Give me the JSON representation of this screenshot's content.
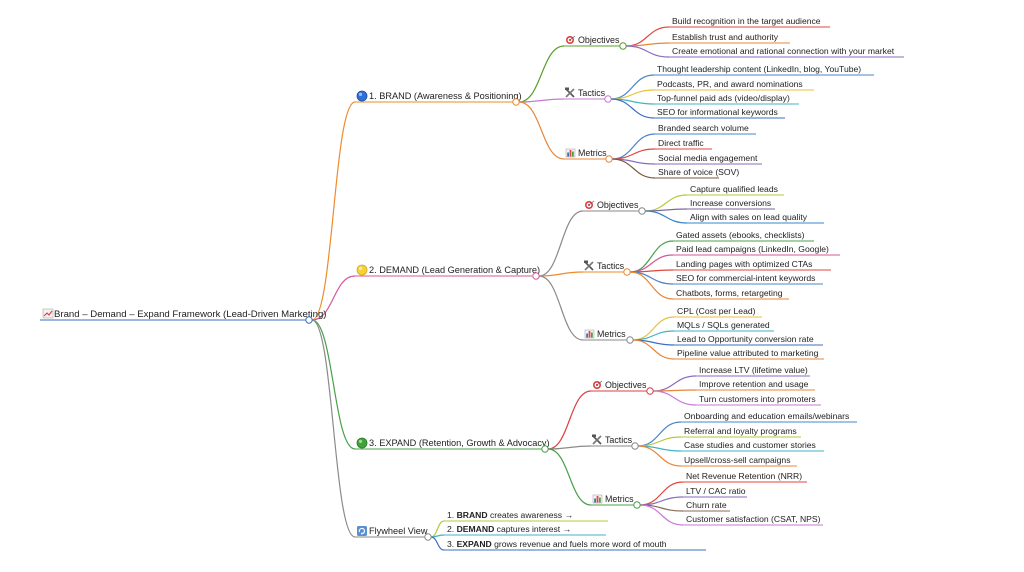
{
  "root": {
    "icon": "chart-increasing-icon",
    "label": "Brand – Demand – Expand Framework (Lead-Driven Marketing)"
  },
  "branches": [
    {
      "key": "brand",
      "icon": "blue-circle-icon",
      "label": "1. BRAND (Awareness & Positioning)",
      "color": "#ef8a2a",
      "groups": [
        {
          "key": "objectives",
          "icon": "target-icon",
          "label": "Objectives",
          "color": "#5aa02c",
          "items": [
            {
              "text": "Build recognition in the target audience",
              "color": "#e0473c"
            },
            {
              "text": "Establish trust and authority",
              "color": "#e8863a"
            },
            {
              "text": "Create emotional and rational connection with your market",
              "color": "#8a6bbf"
            }
          ]
        },
        {
          "key": "tactics",
          "icon": "tools-icon",
          "label": "Tactics",
          "color": "#c77ad6",
          "items": [
            {
              "text": "Thought leadership content (LinkedIn, blog, YouTube)",
              "color": "#4a84c6"
            },
            {
              "text": "Podcasts, PR, and award nominations",
              "color": "#e8c23a"
            },
            {
              "text": "Top-funnel paid ads (video/display)",
              "color": "#3fb3c9"
            },
            {
              "text": "SEO for informational keywords",
              "color": "#3a6fc1"
            }
          ]
        },
        {
          "key": "metrics",
          "icon": "bar-chart-icon",
          "label": "Metrics",
          "color": "#e8863a",
          "items": [
            {
              "text": "Branded search volume",
              "color": "#4a84c6"
            },
            {
              "text": "Direct traffic",
              "color": "#e0473c"
            },
            {
              "text": "Social media engagement",
              "color": "#8a6bbf"
            },
            {
              "text": "Share of voice (SOV)",
              "color": "#7a5a3a"
            }
          ]
        }
      ]
    },
    {
      "key": "demand",
      "icon": "yellow-circle-icon",
      "label": "2. DEMAND (Lead Generation & Capture)",
      "color": "#d6579b",
      "groups": [
        {
          "key": "objectives",
          "icon": "target-icon",
          "label": "Objectives",
          "color": "#8a8a8a",
          "items": [
            {
              "text": "Capture qualified leads",
              "color": "#b7c93a"
            },
            {
              "text": "Increase conversions",
              "color": "#7a6a9a"
            },
            {
              "text": "Align with sales on lead quality",
              "color": "#3a84c9"
            }
          ]
        },
        {
          "key": "tactics",
          "icon": "tools-icon",
          "label": "Tactics",
          "color": "#ef8a2a",
          "items": [
            {
              "text": "Gated assets (ebooks, checklists)",
              "color": "#4aa04a"
            },
            {
              "text": "Paid lead campaigns (LinkedIn, Google)",
              "color": "#d6579b"
            },
            {
              "text": "Landing pages with optimized CTAs",
              "color": "#e0473c"
            },
            {
              "text": "SEO for commercial-intent keywords",
              "color": "#4a84c6"
            },
            {
              "text": "Chatbots, forms, retargeting",
              "color": "#e8863a"
            }
          ]
        },
        {
          "key": "metrics",
          "icon": "bar-chart-icon",
          "label": "Metrics",
          "color": "#8a8a8a",
          "items": [
            {
              "text": "CPL (Cost per Lead)",
              "color": "#e8c23a"
            },
            {
              "text": "MQLs / SQLs generated",
              "color": "#3fb3c9"
            },
            {
              "text": "Lead to Opportunity conversion rate",
              "color": "#3a6fc1"
            },
            {
              "text": "Pipeline value attributed to marketing",
              "color": "#e8863a"
            }
          ]
        }
      ]
    },
    {
      "key": "expand",
      "icon": "green-circle-icon",
      "label": "3. EXPAND (Retention, Growth & Advocacy)",
      "color": "#4aa04a",
      "groups": [
        {
          "key": "objectives",
          "icon": "target-icon",
          "label": "Objectives",
          "color": "#d94040",
          "items": [
            {
              "text": "Increase LTV (lifetime value)",
              "color": "#8a6bbf"
            },
            {
              "text": "Improve retention and usage",
              "color": "#e8863a"
            },
            {
              "text": "Turn customers into promoters",
              "color": "#c77ad6"
            }
          ]
        },
        {
          "key": "tactics",
          "icon": "tools-icon",
          "label": "Tactics",
          "color": "#8a8a8a",
          "items": [
            {
              "text": "Onboarding and education emails/webinars",
              "color": "#4a84c6"
            },
            {
              "text": "Referral and loyalty programs",
              "color": "#b7c93a"
            },
            {
              "text": "Case studies and customer stories",
              "color": "#3fb3c9"
            },
            {
              "text": "Upsell/cross-sell campaigns",
              "color": "#e8863a"
            }
          ]
        },
        {
          "key": "metrics",
          "icon": "bar-chart-icon",
          "label": "Metrics",
          "color": "#4aa04a",
          "items": [
            {
              "text": "Net Revenue Retention (NRR)",
              "color": "#e0473c"
            },
            {
              "text": "LTV / CAC ratio",
              "color": "#8a6bbf"
            },
            {
              "text": "Churn rate",
              "color": "#8a6a5a"
            },
            {
              "text": "Customer satisfaction (CSAT, NPS)",
              "color": "#c77ad6"
            }
          ]
        }
      ]
    },
    {
      "key": "flywheel",
      "icon": "cycle-arrows-icon",
      "label": "Flywheel View",
      "color": "#8a8a8a",
      "items": [
        {
          "prefix": "1. ",
          "bold": "BRAND",
          "suffix": " creates awareness →",
          "color": "#b7c93a"
        },
        {
          "prefix": "2. ",
          "bold": "DEMAND",
          "suffix": " captures interest →",
          "color": "#3fb3c9"
        },
        {
          "prefix": "3. ",
          "bold": "EXPAND",
          "suffix": " grows revenue and fuels more word of mouth",
          "color": "#3a6fc1"
        }
      ]
    }
  ]
}
